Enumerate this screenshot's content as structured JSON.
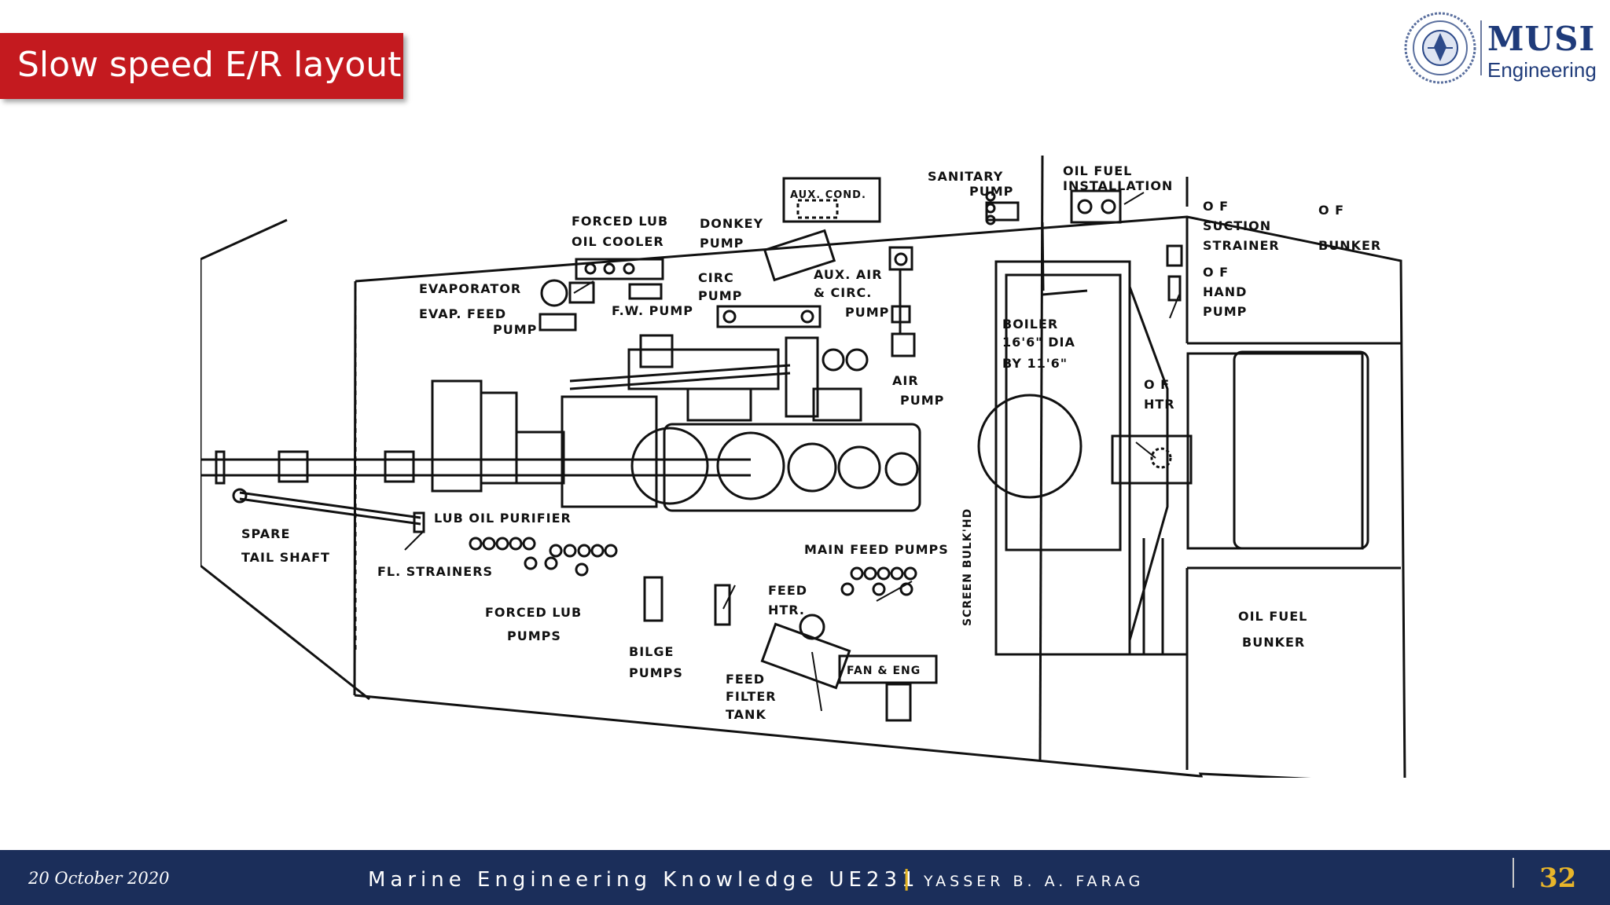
{
  "slide": {
    "title": "Slow speed E/R layout",
    "page_number": "32"
  },
  "logo": {
    "name": "MUSI",
    "subtitle": "Engineering"
  },
  "footer": {
    "date": "20 October 2020",
    "course": "Marine Engineering Knowledge UE231",
    "separator": "|",
    "author": "YASSER B. A. FARAG"
  },
  "diagram": {
    "labels": {
      "sanitary_pump": [
        "SANITARY",
        "PUMP"
      ],
      "oil_fuel_installation": [
        "OIL FUEL",
        "INSTALLATION"
      ],
      "aux_cond": "AUX. COND.",
      "forced_lub_oil_cooler": [
        "FORCED LUB",
        "OIL COOLER"
      ],
      "donkey_pump": [
        "DONKEY",
        "PUMP"
      ],
      "evaporator": "EVAPORATOR",
      "evap_feed_pump": [
        "EVAP. FEED",
        "PUMP"
      ],
      "fw_pump": "F.W. PUMP",
      "circ_pump": [
        "CIRC",
        "PUMP"
      ],
      "aux_air_circ_pump": [
        "AUX. AIR",
        "& CIRC.",
        "PUMP"
      ],
      "of_suction_strainer": [
        "O F",
        "SUCTION",
        "STRAINER"
      ],
      "of_bunker_top": [
        "O F",
        "BUNKER"
      ],
      "of_hand_pump": [
        "O F",
        "HAND",
        "PUMP"
      ],
      "boiler": [
        "BOILER",
        "16'6\" DIA",
        "BY 11'6\""
      ],
      "of_htr": [
        "O F",
        "HTR"
      ],
      "air_pump": [
        "AIR",
        "PUMP"
      ],
      "lub_oil_purifier": "LUB OIL PURIFIER",
      "spare_tail_shaft": [
        "SPARE",
        "TAIL SHAFT"
      ],
      "fl_strainers": "FL. STRAINERS",
      "forced_lub_pumps": [
        "FORCED LUB",
        "PUMPS"
      ],
      "main_feed_pumps": "MAIN FEED PUMPS",
      "feed_htr": [
        "FEED",
        "HTR."
      ],
      "bilge_pumps": [
        "BILGE",
        "PUMPS"
      ],
      "feed_filter_tank": [
        "FEED",
        "FILTER",
        "TANK"
      ],
      "fan_eng": "FAN & ENG",
      "screen_bulkhead": "SCREEN BULK'HD",
      "oil_fuel_bunker_bottom": [
        "OIL FUEL",
        "BUNKER"
      ]
    }
  }
}
